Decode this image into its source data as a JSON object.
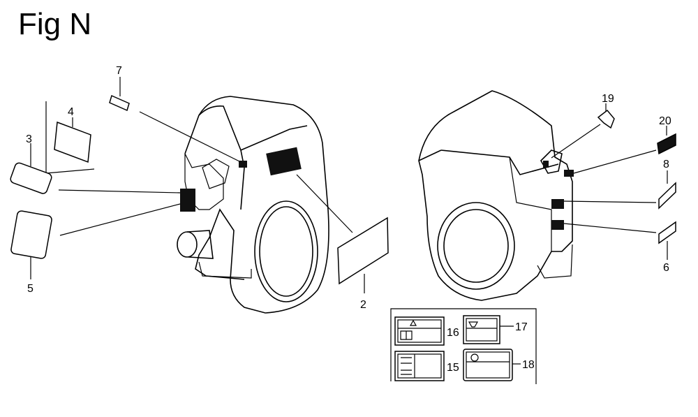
{
  "figure": {
    "title": "Fig N"
  },
  "callouts": {
    "c2": "2",
    "c3": "3",
    "c4": "4",
    "c5": "5",
    "c6": "6",
    "c7": "7",
    "c8": "8",
    "c15": "15",
    "c16": "16",
    "c17": "17",
    "c18": "18",
    "c19": "19",
    "c20": "20"
  }
}
